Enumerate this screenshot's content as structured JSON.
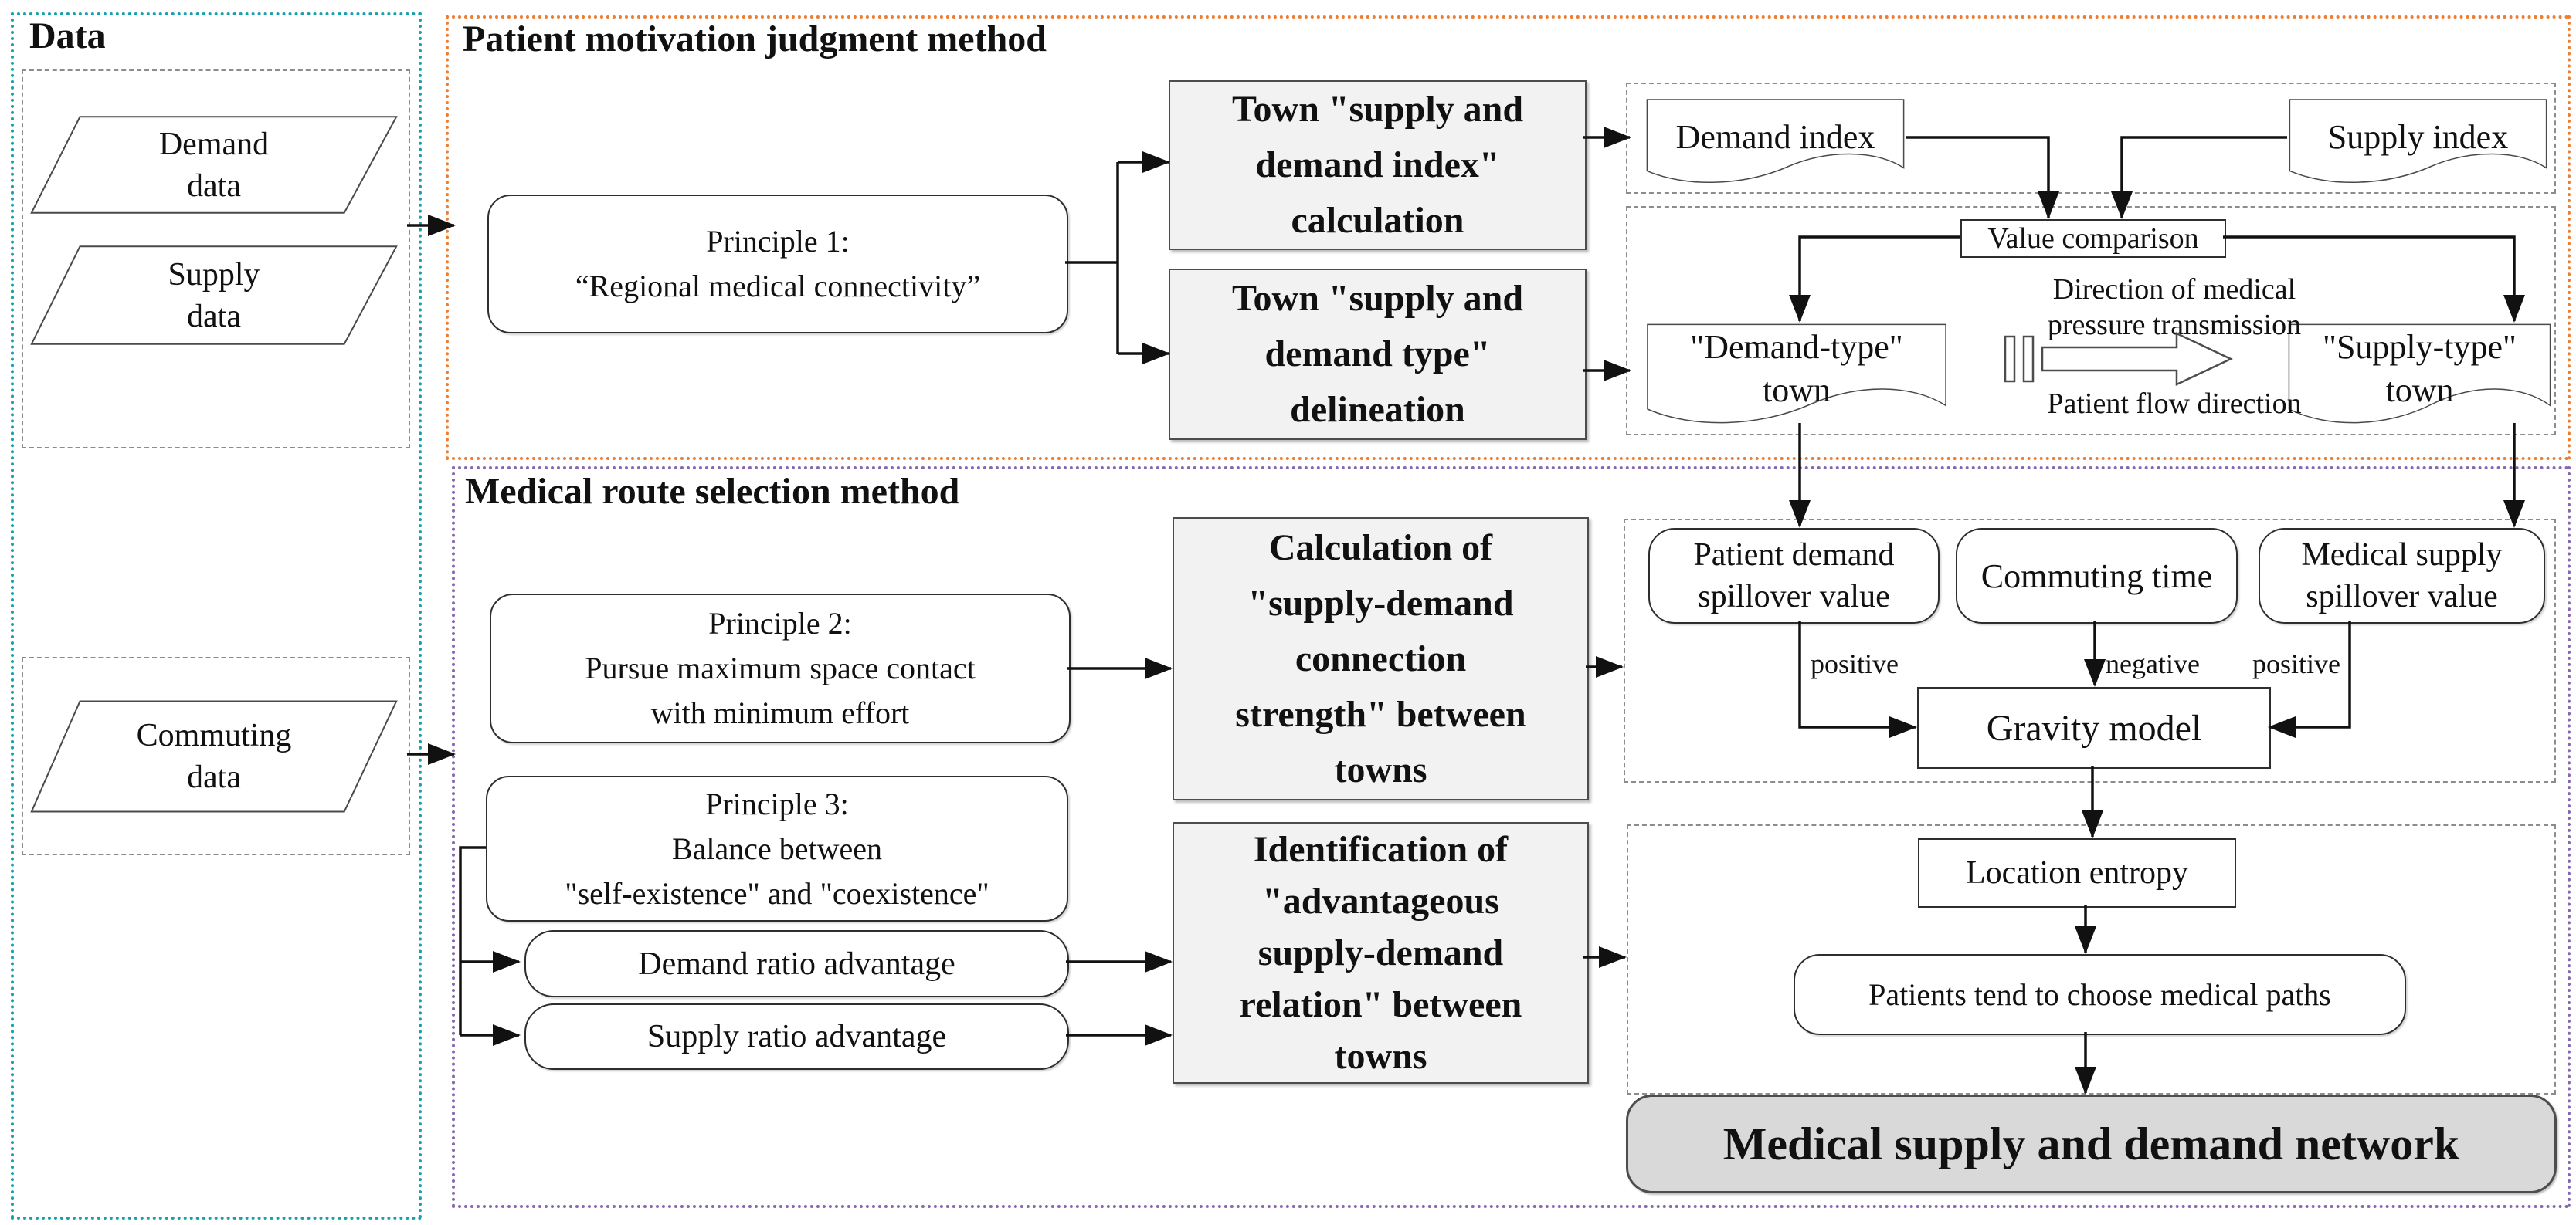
{
  "colors": {
    "data_frame": "#17a0ad",
    "patient_method_frame": "#ed7d31",
    "route_method_frame": "#8668b0",
    "process_fill": "#f2f2f2",
    "final_fill": "#d9d9d9"
  },
  "data_panel": {
    "title": "Data",
    "demand": {
      "l1": "Demand",
      "l2": "data"
    },
    "supply": {
      "l1": "Supply",
      "l2": "data"
    },
    "commuting": {
      "l1": "Commuting",
      "l2": "data"
    }
  },
  "pm": {
    "title": "Patient motivation judgment method",
    "principle1": {
      "l1": "Principle 1:",
      "l2": "“Regional medical connectivity”"
    },
    "index_calc": {
      "l1": "Town \"supply and",
      "l2": "demand index\"",
      "l3": "calculation"
    },
    "type_delin": {
      "l1": "Town \"supply and",
      "l2": "demand type\"",
      "l3": "delineation"
    },
    "demand_index": "Demand index",
    "supply_index": "Supply index",
    "value_comparison": "Value comparison",
    "demand_town": {
      "l1": "\"Demand-type\"",
      "l2": "town"
    },
    "supply_town": {
      "l1": "\"Supply-type\"",
      "l2": "town"
    },
    "pressure": {
      "l1": "Direction of medical",
      "l2": "pressure transmission"
    },
    "flow": "Patient flow direction"
  },
  "rm": {
    "title": "Medical route selection method",
    "principle2": {
      "l1": "Principle 2:",
      "l2": "Pursue maximum space contact",
      "l3": "with minimum effort"
    },
    "principle3": {
      "l1": "Principle 3:",
      "l2": "Balance between",
      "l3": "\"self-existence\" and \"coexistence\""
    },
    "demand_ratio": "Demand ratio advantage",
    "supply_ratio": "Supply ratio advantage",
    "calc": {
      "l1": "Calculation of",
      "l2": "\"supply-demand",
      "l3": "connection",
      "l4": "strength\" between",
      "l5": "towns"
    },
    "ident": {
      "l1": "Identification of",
      "l2": "\"advantageous",
      "l3": "supply-demand",
      "l4": "relation\" between",
      "l5": "towns"
    },
    "patient_spill": {
      "l1": "Patient demand",
      "l2": "spillover value"
    },
    "commuting_time": "Commuting time",
    "supply_spill": {
      "l1": "Medical supply",
      "l2": "spillover value"
    },
    "positive_left": "positive",
    "negative": "negative",
    "positive_right": "positive",
    "gravity": "Gravity model",
    "entropy": "Location entropy",
    "patients": "Patients tend to choose medical paths",
    "network": "Medical supply and demand network"
  }
}
